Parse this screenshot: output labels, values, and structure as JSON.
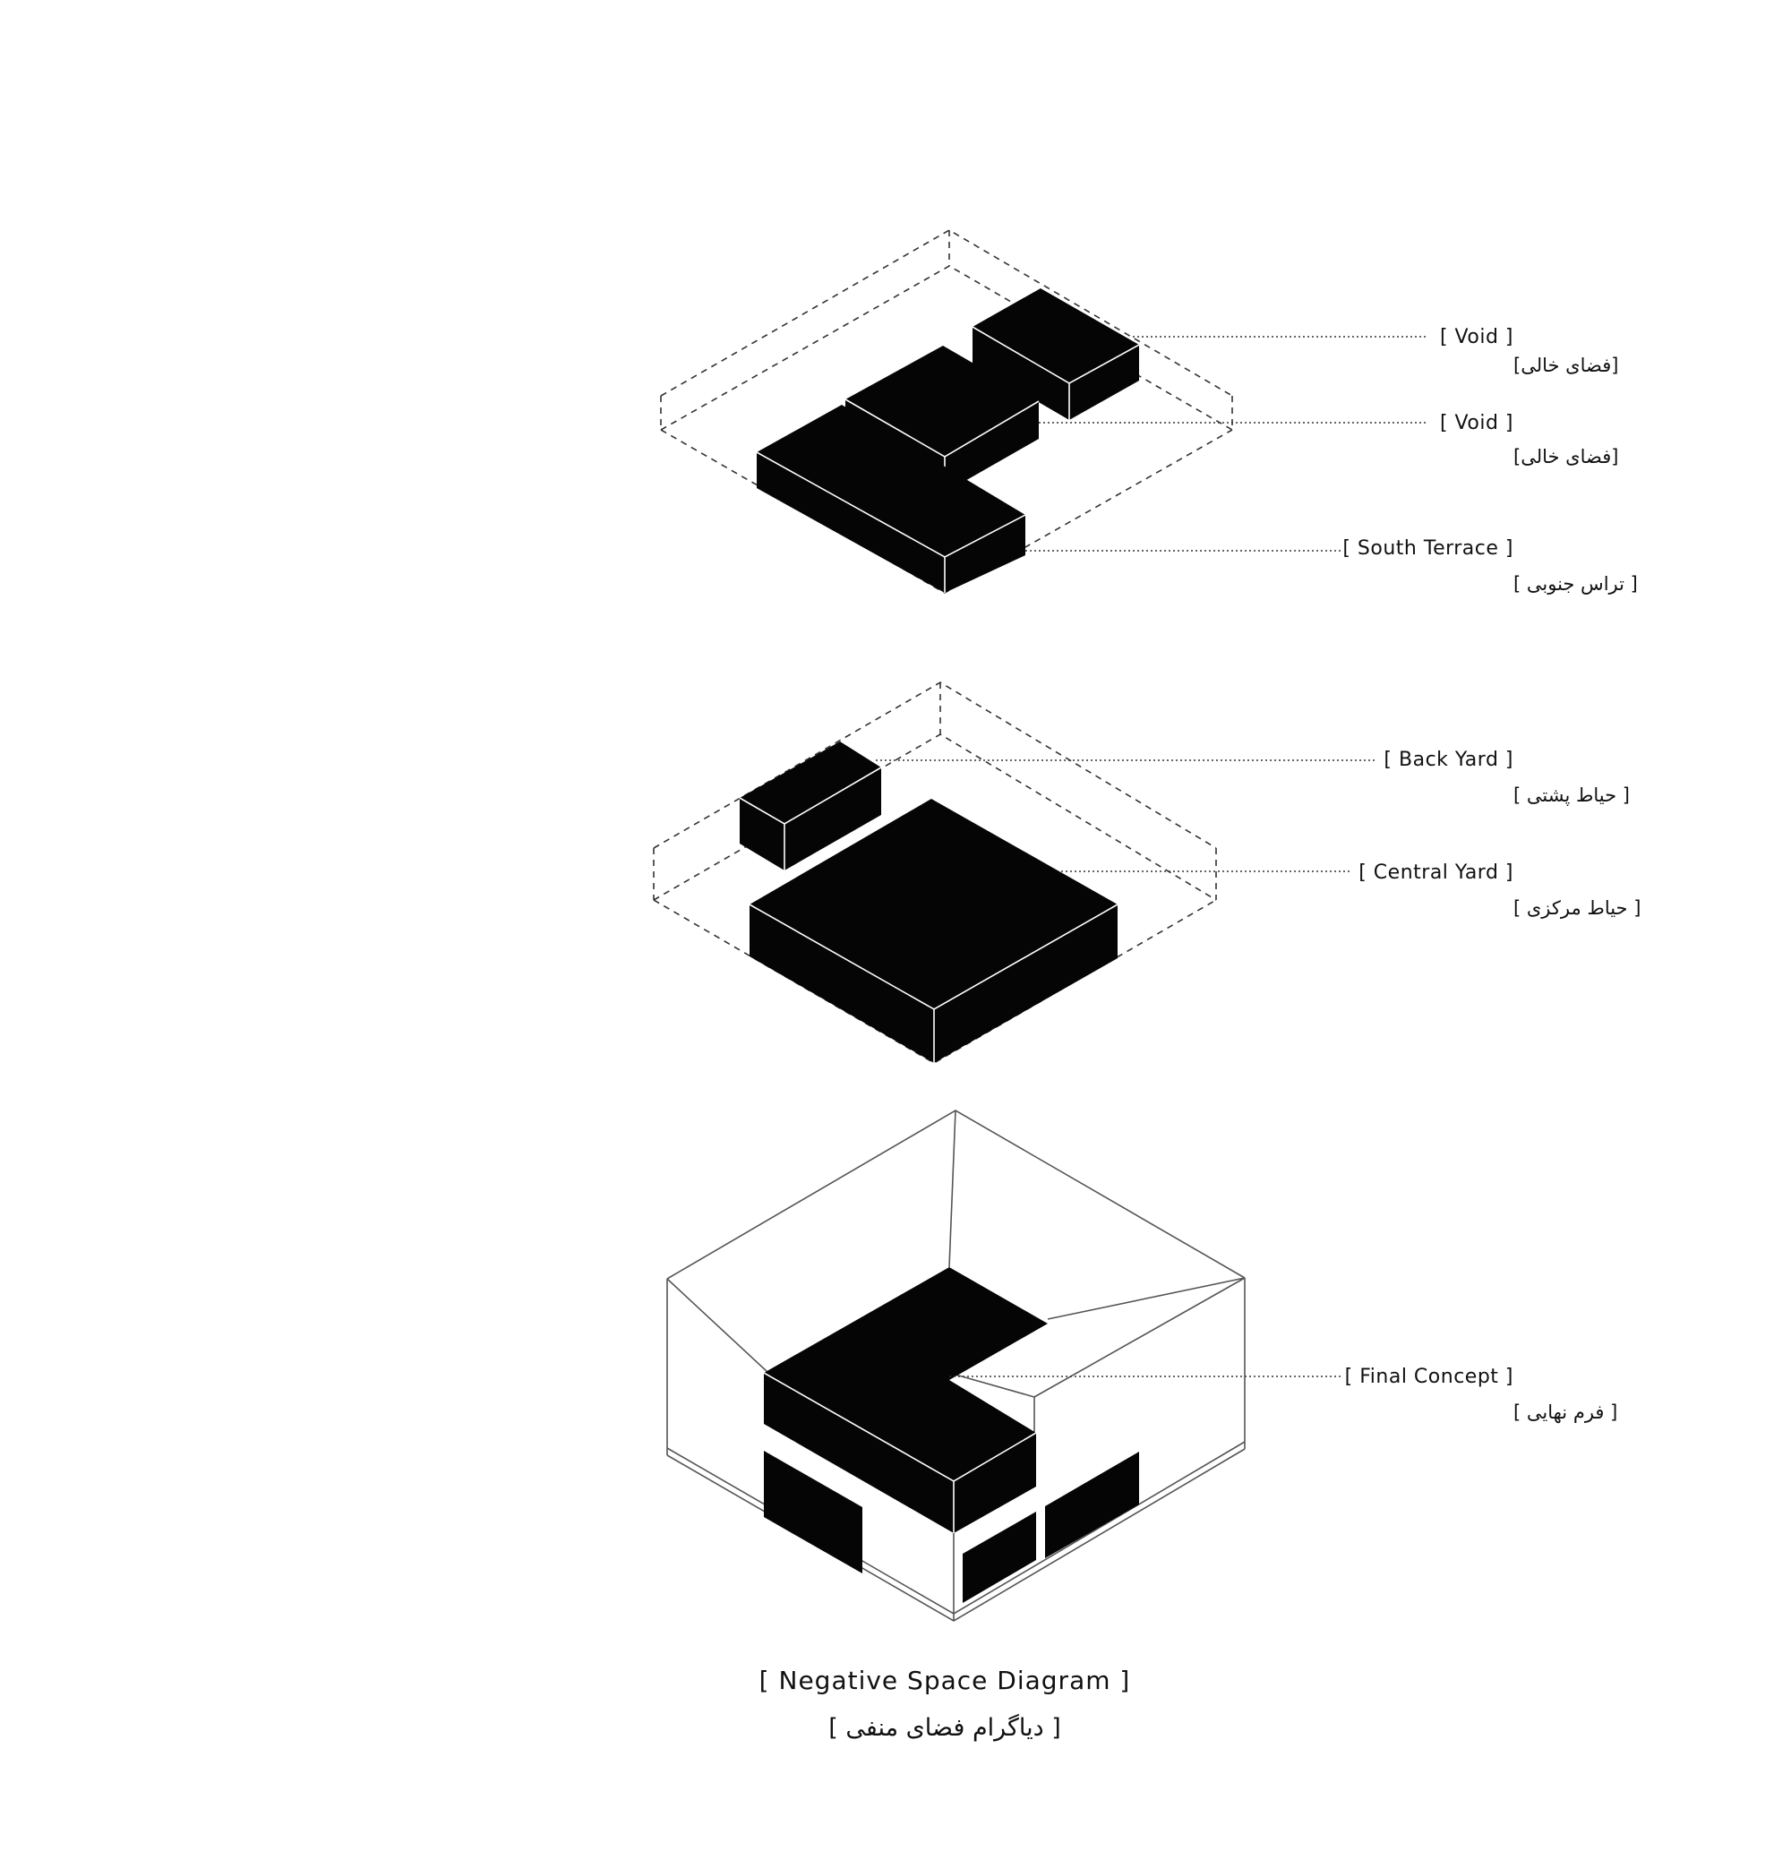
{
  "labels": {
    "void_1": {
      "en": "[  Void  ]",
      "fa": "[فضای خالی]"
    },
    "void_2": {
      "en": "[  Void  ]",
      "fa": "[فضای خالی]"
    },
    "south_terrace": {
      "en": "[  South Terrace  ]",
      "fa": "[ تراس جنوبی ]"
    },
    "back_yard": {
      "en": "[  Back Yard  ]",
      "fa": "[ حیاط پشتی ]"
    },
    "central_yard": {
      "en": "[  Central Yard  ]",
      "fa": "[ حیاط مرکزی ]"
    },
    "final_concept": {
      "en": "[  Final Concept  ]",
      "fa": "[ فرم نهایی ]"
    }
  },
  "title": {
    "en": "[  Negative Space Diagram  ]",
    "fa": "[ دیاگرام فضای منفی ]"
  },
  "colors": {
    "mass": "#050505",
    "line": "#333333",
    "background": "#ffffff"
  }
}
